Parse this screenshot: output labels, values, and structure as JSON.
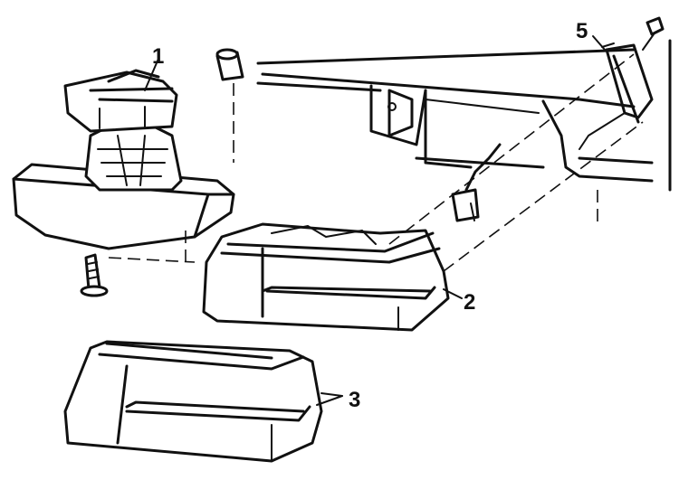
{
  "callouts": {
    "c1": "1",
    "c2": "2",
    "c3": "3",
    "c5": "5"
  },
  "colors": {
    "ink": "#111111",
    "paper": "#ffffff"
  }
}
